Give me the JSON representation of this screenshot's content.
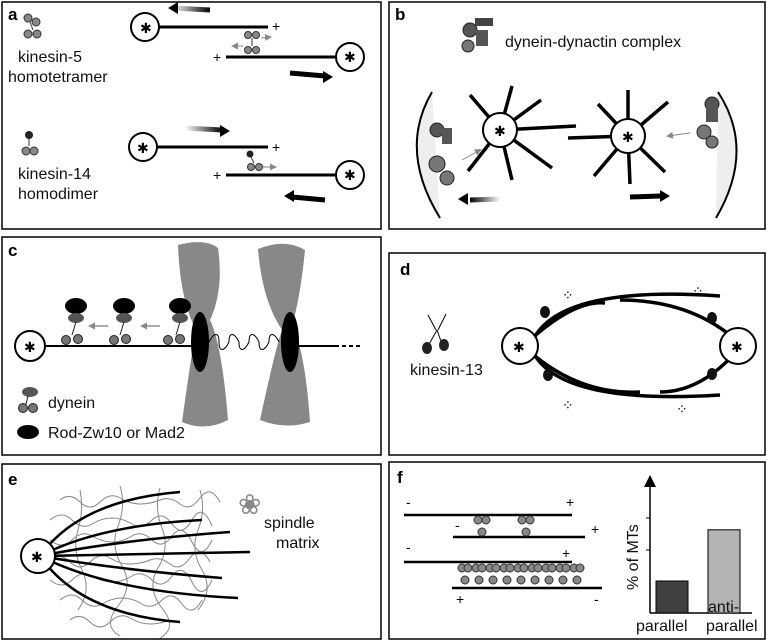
{
  "panel_a": {
    "letter": "a",
    "kinesin5": [
      "kinesin-5",
      "homotetramer"
    ],
    "kinesin14": [
      "kinesin-14",
      "homodimer"
    ],
    "plus": "+"
  },
  "panel_b": {
    "letter": "b",
    "label": "dynein-dynactin complex"
  },
  "panel_c": {
    "letter": "c",
    "legend": [
      "dynein",
      "Rod-Zw10 or Mad2"
    ]
  },
  "panel_d": {
    "letter": "d",
    "label": "kinesin-13"
  },
  "panel_e": {
    "letter": "e",
    "label": [
      "spindle",
      "matrix"
    ]
  },
  "panel_f": {
    "letter": "f",
    "minus": "-",
    "plus": "+",
    "ylabel": "% of MTs",
    "categories": [
      "parallel",
      "anti-",
      "parallel"
    ],
    "colors": {
      "parallel": "#404040",
      "antiparallel": "#b3b3b3"
    }
  },
  "chart_data": {
    "type": "bar",
    "categories": [
      "parallel",
      "anti-parallel"
    ],
    "values": [
      1,
      2.6
    ],
    "ylabel": "% of MTs"
  }
}
